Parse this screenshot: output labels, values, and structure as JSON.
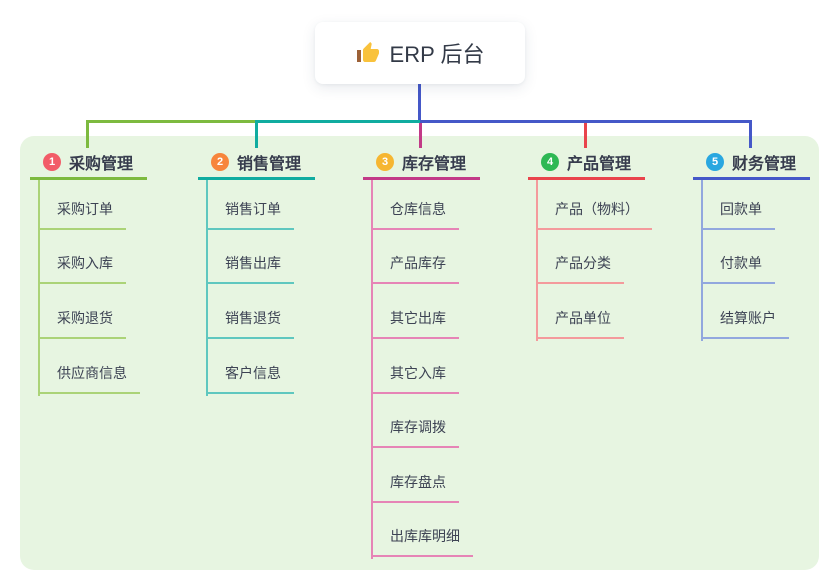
{
  "root": {
    "title": "ERP 后台",
    "icon": "thumbs-up",
    "connector_color": "#4558C8"
  },
  "panel": {
    "background": "#E7F5E1"
  },
  "branches": [
    {
      "index": "1",
      "label": "采购管理",
      "badge_color": "#F25C68",
      "color": "#7DBA3F",
      "color_light": "#ABD377",
      "children": [
        "采购订单",
        "采购入库",
        "采购退货",
        "供应商信息"
      ]
    },
    {
      "index": "2",
      "label": "销售管理",
      "badge_color": "#F7853C",
      "color": "#10ACA0",
      "color_light": "#5FC7BF",
      "children": [
        "销售订单",
        "销售出库",
        "销售退货",
        "客户信息"
      ]
    },
    {
      "index": "3",
      "label": "库存管理",
      "badge_color": "#F6B631",
      "color": "#C23A87",
      "color_light": "#E684B6",
      "children": [
        "仓库信息",
        "产品库存",
        "其它出库",
        "其它入库",
        "库存调拨",
        "库存盘点",
        "出库库明细"
      ]
    },
    {
      "index": "4",
      "label": "产品管理",
      "badge_color": "#2EB854",
      "color": "#E9444C",
      "color_light": "#F49A9C",
      "children": [
        "产品（物料）",
        "产品分类",
        "产品单位"
      ]
    },
    {
      "index": "5",
      "label": "财务管理",
      "badge_color": "#29A7E0",
      "color": "#4558C8",
      "color_light": "#92A7DE",
      "children": [
        "回款单",
        "付款单",
        "结算账户"
      ]
    }
  ]
}
